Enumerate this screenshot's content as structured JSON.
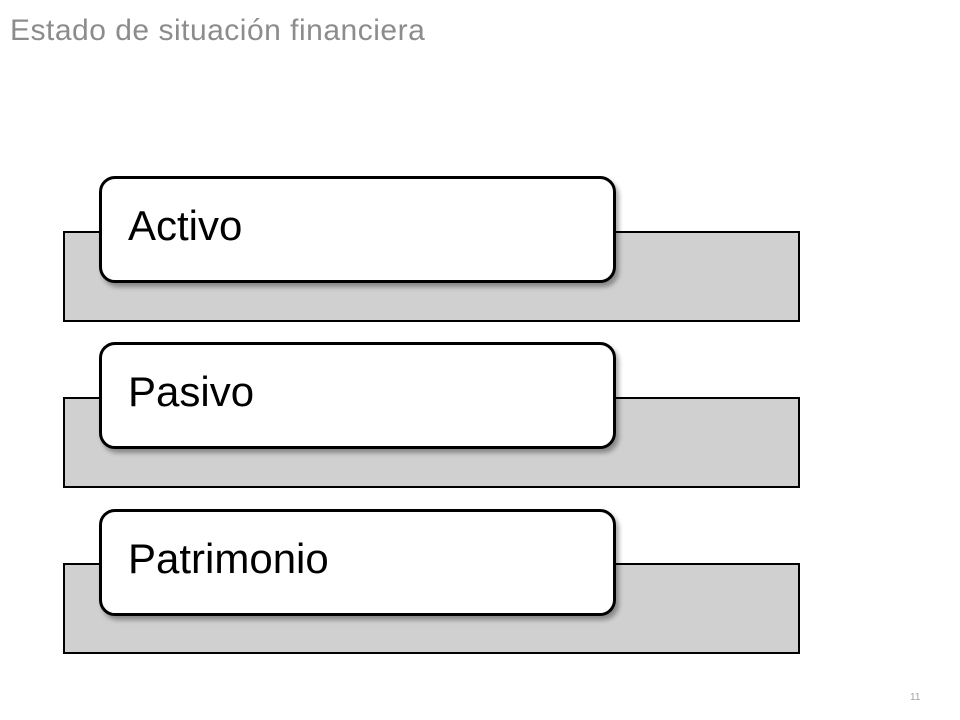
{
  "slide": {
    "title": "Estado de situación financiera",
    "page_number": "11"
  },
  "items": [
    {
      "label": "Activo"
    },
    {
      "label": "Pasivo"
    },
    {
      "label": "Patrimonio"
    }
  ],
  "colors": {
    "title": "#8c8c8c",
    "bar_fill": "#d0d0d0",
    "card_fill": "#ffffff",
    "border": "#000000"
  }
}
